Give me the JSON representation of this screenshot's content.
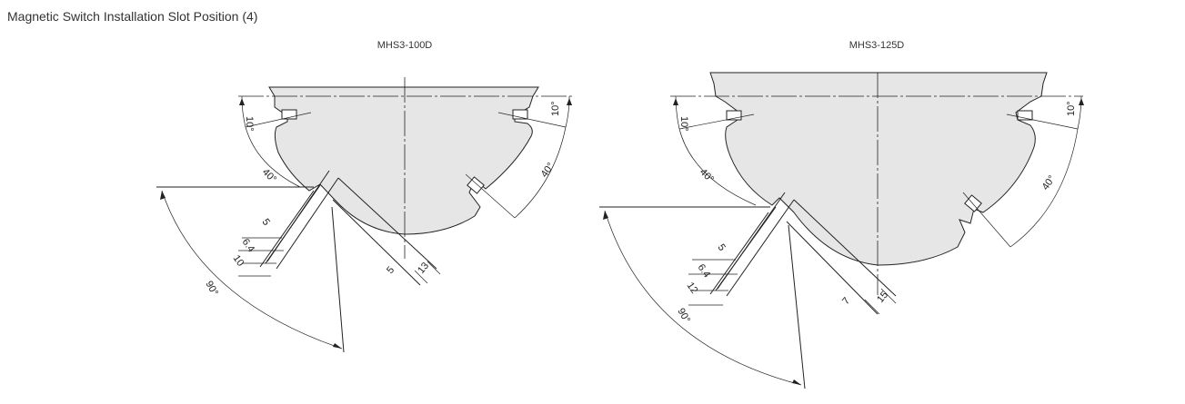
{
  "title": "Magnetic Switch Installation Slot Position (4)",
  "figures": [
    {
      "model": "MHS3-100D",
      "angles": {
        "top_left": "10°",
        "top_right": "10°",
        "left": "40°",
        "right": "40°",
        "bottom": "90°"
      },
      "dims": {
        "d1": "5",
        "d2": "6.4",
        "d3": "10",
        "d4": "5",
        "d5": "13"
      }
    },
    {
      "model": "MHS3-125D",
      "angles": {
        "top_left": "10°",
        "top_right": "10°",
        "left": "40°",
        "right": "40°",
        "bottom": "90°"
      },
      "dims": {
        "d1": "5",
        "d2": "6.4",
        "d3": "12",
        "d4": "7",
        "d5": "15"
      }
    }
  ],
  "colors": {
    "body_fill": "#e6e6e6",
    "line": "#222222"
  }
}
